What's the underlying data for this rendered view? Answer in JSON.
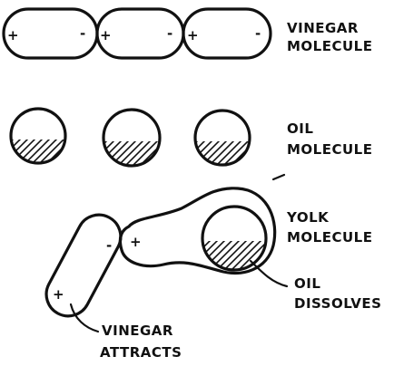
{
  "labels": {
    "vinegar_molecule_line1": "VINEGAR",
    "vinegar_molecule_line2": "MOLECULE",
    "oil_molecule_line1": "OIL",
    "oil_molecule_line2": "MOLECULE",
    "yolk_molecule_line1": "YOLK",
    "yolk_molecule_line2": "MOLECULE",
    "oil_dissolves_line1": "OIL",
    "oil_dissolves_line2": "DISSOLVES",
    "vinegar_attracts_line1": "VINEGAR",
    "vinegar_attracts_line2": "ATTRACTS"
  },
  "signs": {
    "plus": "+",
    "minus": "-"
  },
  "colors": {
    "ink": "#111111",
    "paper": "#ffffff"
  }
}
